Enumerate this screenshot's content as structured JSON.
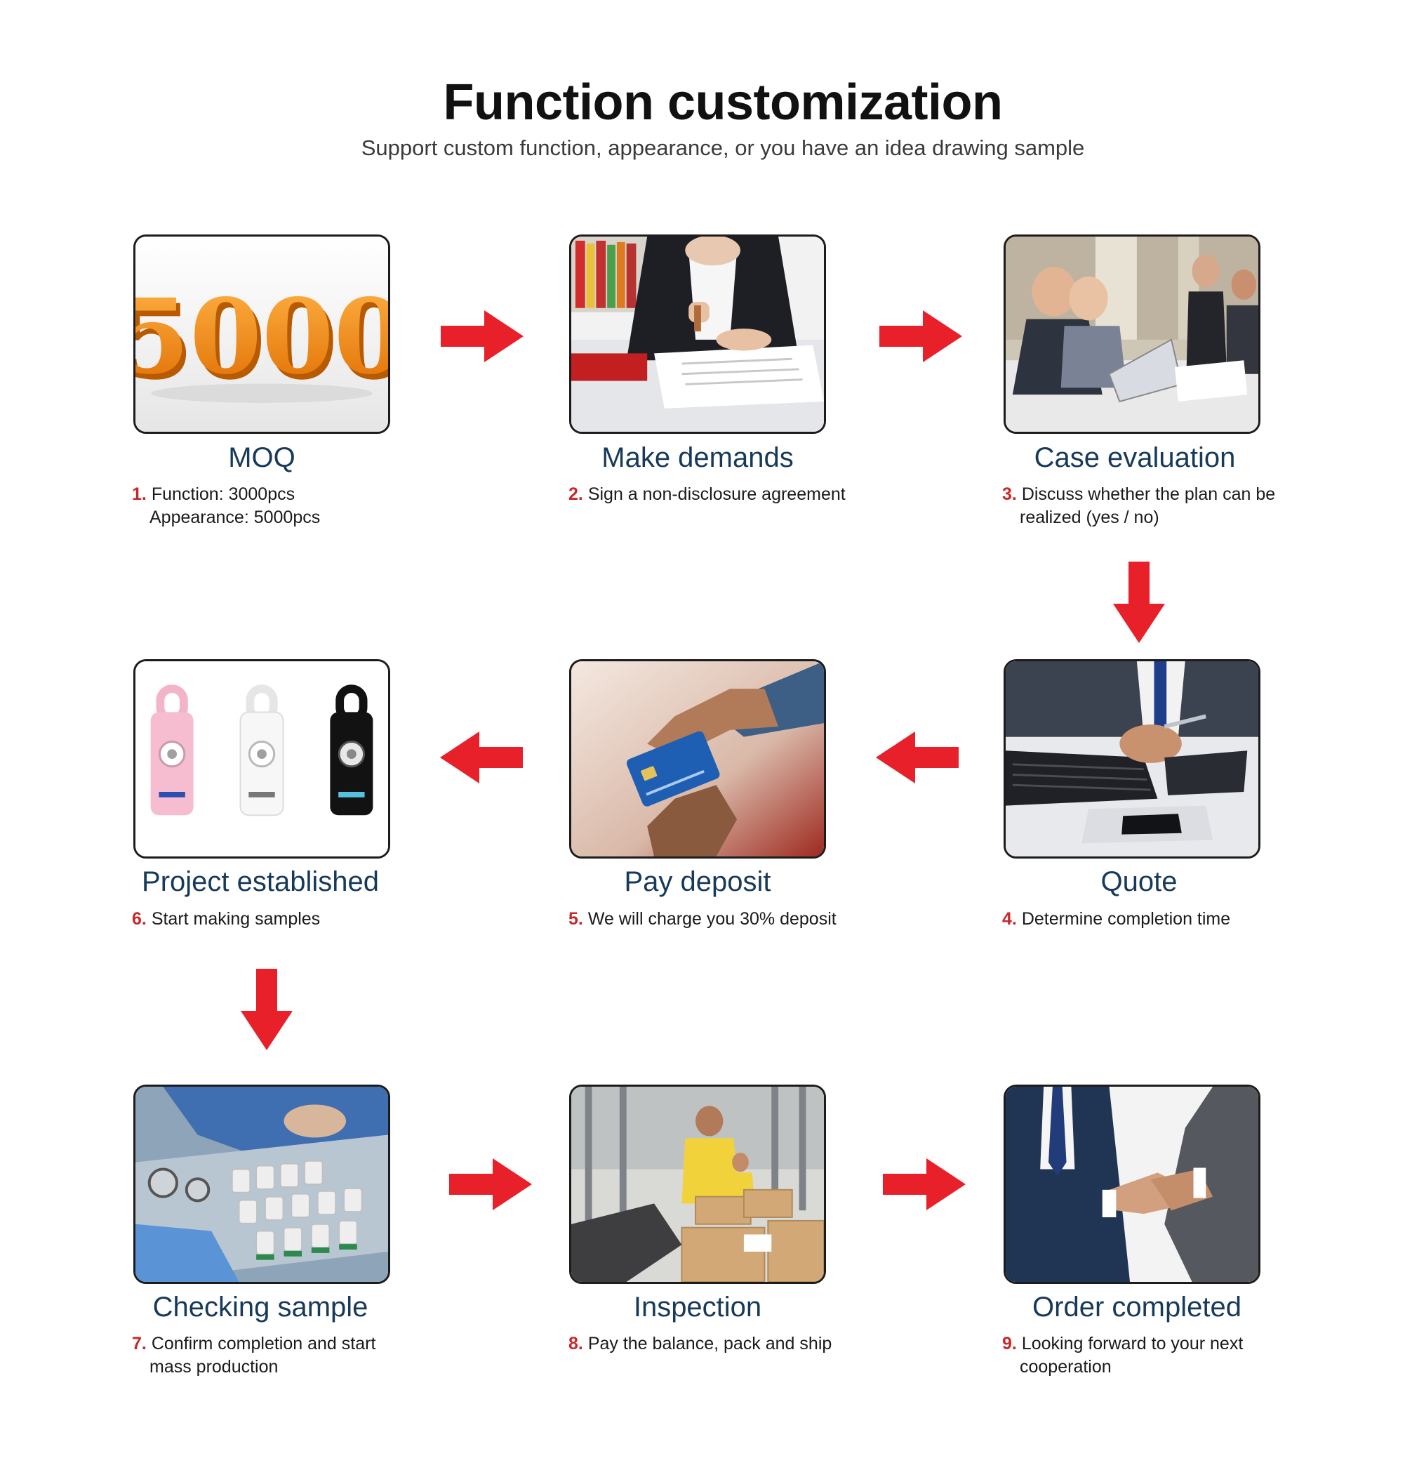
{
  "header": {
    "title": "Function customization",
    "subtitle": "Support custom function, appearance, or you have an idea drawing sample"
  },
  "colors": {
    "arrow": "#e8202a",
    "title": "#173a5a",
    "step_number": "#c8282a"
  },
  "steps": [
    {
      "title": "MOQ",
      "num": "1.",
      "line1": "Function: 3000pcs",
      "line2": "Appearance: 5000pcs",
      "image": "moq-5000-image",
      "image_text": "5000"
    },
    {
      "title": "Make demands",
      "num": "2.",
      "line1": "Sign a non-disclosure agreement",
      "line2": "",
      "image": "signing-document-image"
    },
    {
      "title": "Case evaluation",
      "num": "3.",
      "line1": "Discuss whether the plan can be",
      "line2": "realized (yes / no)",
      "image": "business-meeting-image"
    },
    {
      "title": "Quote",
      "num": "4.",
      "line1": "Determine completion time",
      "line2": "",
      "image": "keyboard-pen-image"
    },
    {
      "title": "Pay deposit",
      "num": "5.",
      "line1": "We will charge you 30% deposit",
      "line2": "",
      "image": "credit-card-image"
    },
    {
      "title": "Project established",
      "num": "6.",
      "line1": "Start making samples",
      "line2": "",
      "image": "alarm-samples-image"
    },
    {
      "title": "Checking sample",
      "num": "7.",
      "line1": "Confirm completion and start",
      "line2": "mass production",
      "image": "factory-line-image"
    },
    {
      "title": "Inspection",
      "num": "8.",
      "line1": "Pay the balance, pack and ship",
      "line2": "",
      "image": "warehouse-packing-image"
    },
    {
      "title": "Order completed",
      "num": "9.",
      "line1": "Looking forward to your next",
      "line2": "cooperation",
      "image": "handshake-image"
    }
  ],
  "arrows": [
    {
      "from": 1,
      "to": 2,
      "direction": "right"
    },
    {
      "from": 2,
      "to": 3,
      "direction": "right"
    },
    {
      "from": 3,
      "to": 4,
      "direction": "down"
    },
    {
      "from": 4,
      "to": 5,
      "direction": "left"
    },
    {
      "from": 5,
      "to": 6,
      "direction": "left"
    },
    {
      "from": 6,
      "to": 7,
      "direction": "down"
    },
    {
      "from": 7,
      "to": 8,
      "direction": "right"
    },
    {
      "from": 8,
      "to": 9,
      "direction": "right"
    }
  ]
}
